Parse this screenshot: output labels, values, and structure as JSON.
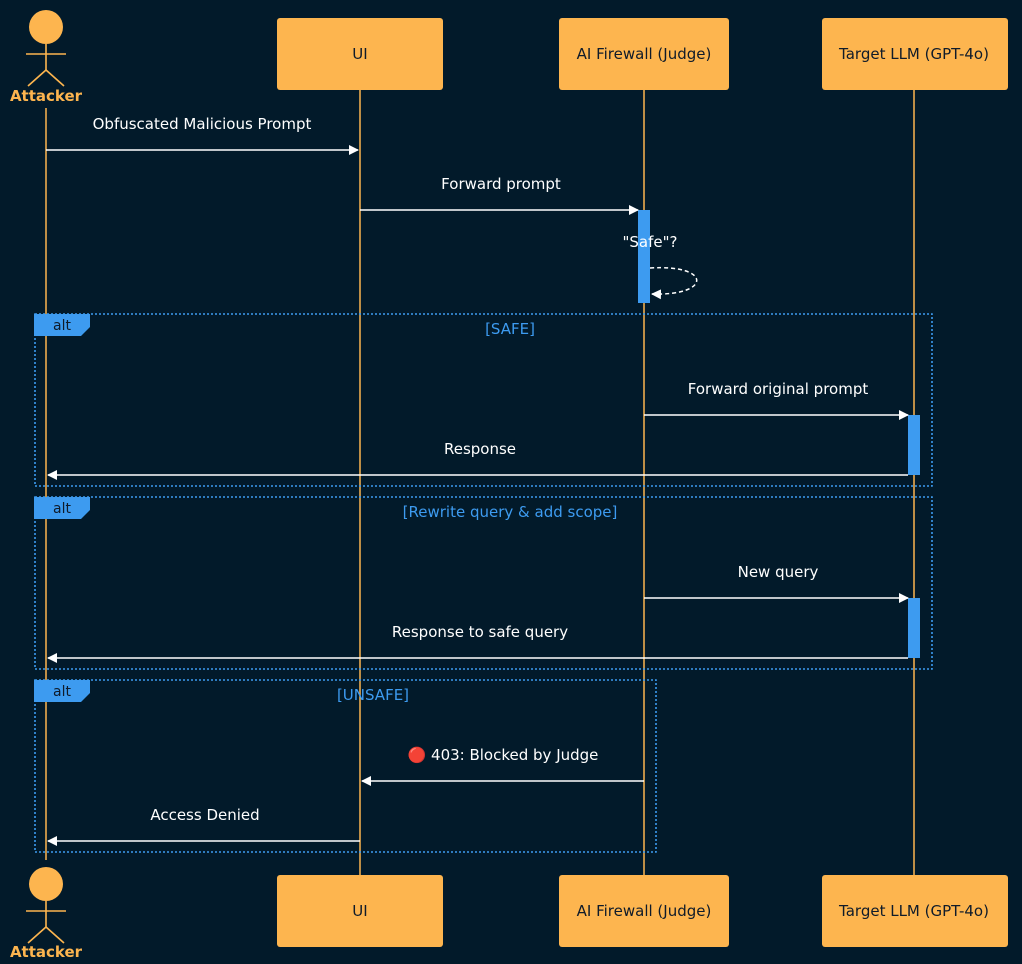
{
  "colors": {
    "background": "#021a2a",
    "participant_fill": "#fdb54f",
    "participant_text": "#0f1b2a",
    "actor": "#fdb54f",
    "lifeline": "#fdb54f",
    "message": "#ffffff",
    "activation": "#3d9bf0",
    "frame_border": "#3d9bf0",
    "frame_tag_fill": "#3d9bf0",
    "frame_condition": "#3d9bf0"
  },
  "participants": [
    {
      "id": "attacker",
      "label": "Attacker",
      "kind": "actor",
      "icon": "stick-figure-icon"
    },
    {
      "id": "ui",
      "label": "UI",
      "kind": "box"
    },
    {
      "id": "firewall",
      "label": "AI Firewall (Judge)",
      "kind": "box"
    },
    {
      "id": "llm",
      "label": "Target LLM (GPT-4o)",
      "kind": "box"
    }
  ],
  "messages": [
    {
      "from": "attacker",
      "to": "ui",
      "label": "Obfuscated Malicious Prompt",
      "style": "solid"
    },
    {
      "from": "ui",
      "to": "firewall",
      "label": "Forward prompt",
      "style": "solid"
    },
    {
      "from": "firewall",
      "to": "firewall",
      "label": "\"Safe\"?",
      "style": "dashed-self"
    },
    {
      "from": "firewall",
      "to": "llm",
      "label": "Forward original prompt",
      "style": "solid"
    },
    {
      "from": "llm",
      "to": "attacker",
      "label": "Response",
      "style": "solid"
    },
    {
      "from": "firewall",
      "to": "llm",
      "label": "New query",
      "style": "solid"
    },
    {
      "from": "llm",
      "to": "attacker",
      "label": "Response to safe query",
      "style": "solid"
    },
    {
      "from": "firewall",
      "to": "ui",
      "label": "🔴 403: Blocked by Judge",
      "style": "solid"
    },
    {
      "from": "ui",
      "to": "attacker",
      "label": "Access Denied",
      "style": "solid"
    }
  ],
  "frames": [
    {
      "tag": "alt",
      "condition": "[SAFE]"
    },
    {
      "tag": "alt",
      "condition": "[Rewrite query & add scope]"
    },
    {
      "tag": "alt",
      "condition": "[UNSAFE]"
    }
  ]
}
